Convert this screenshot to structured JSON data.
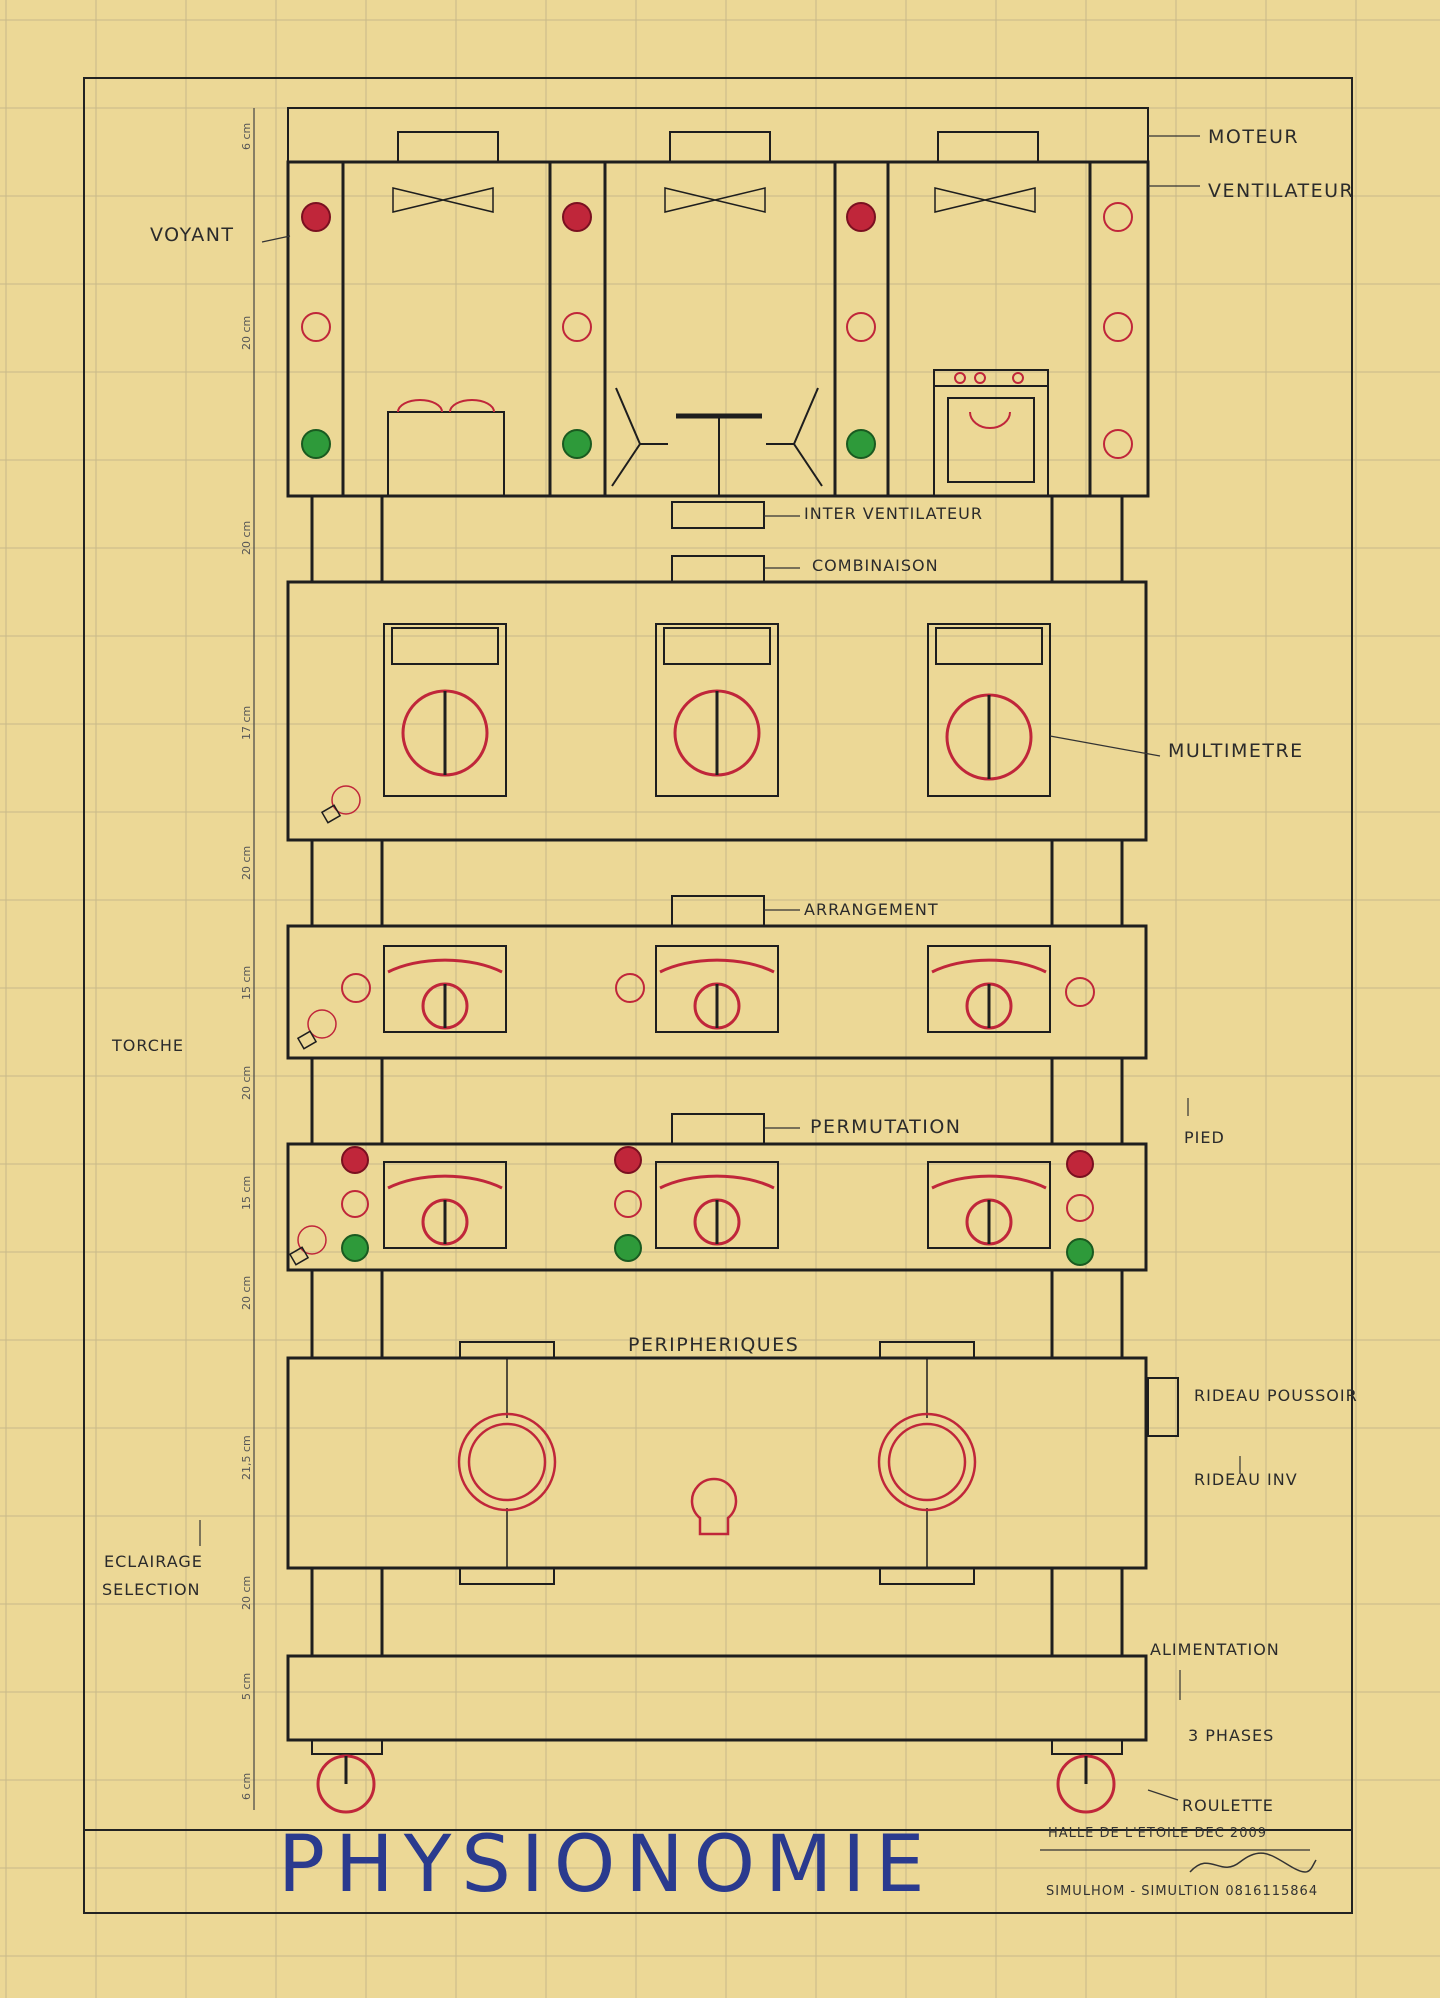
{
  "title": "PHYSIONOMIE",
  "labels": {
    "moteur": "MOTEUR",
    "ventilateur": "VENTILATEUR",
    "voyant": "VOYANT",
    "inter_ventilateur": "INTER VENTILATEUR",
    "combinaison": "COMBINAISON",
    "multimetre": "MULTIMETRE",
    "arrangement": "ARRANGEMENT",
    "torche": "TORCHE",
    "permutation": "PERMUTATION",
    "pied": "PIED",
    "peripheriques": "PERIPHERIQUES",
    "rideau_poussoir": "RIDEAU POUSSOIR",
    "rideau_inv": "RIDEAU INV",
    "eclairage": "ECLAIRAGE",
    "selection": "SELECTION",
    "alimentation": "ALIMENTATION",
    "trois_phases": "3 PHASES",
    "roulette": "ROULETTE"
  },
  "dimensions": [
    "6 cm",
    "20 cm",
    "20 cm",
    "17 cm",
    "20 cm",
    "15 cm",
    "20 cm",
    "15 cm",
    "20 cm",
    "21,5 cm",
    "20 cm",
    "5 cm",
    "6 cm"
  ],
  "footer": {
    "place_date": "HALLE DE L'ETOILE  DEC 2009",
    "credit": "SIMULHOM - SIMULTION  0816115864"
  },
  "colors": {
    "paper": "#ecd896",
    "ink": "#1e1e1e",
    "red": "#c0263a",
    "green": "#2e9a3a",
    "title_blue": "#2a3a8e"
  }
}
